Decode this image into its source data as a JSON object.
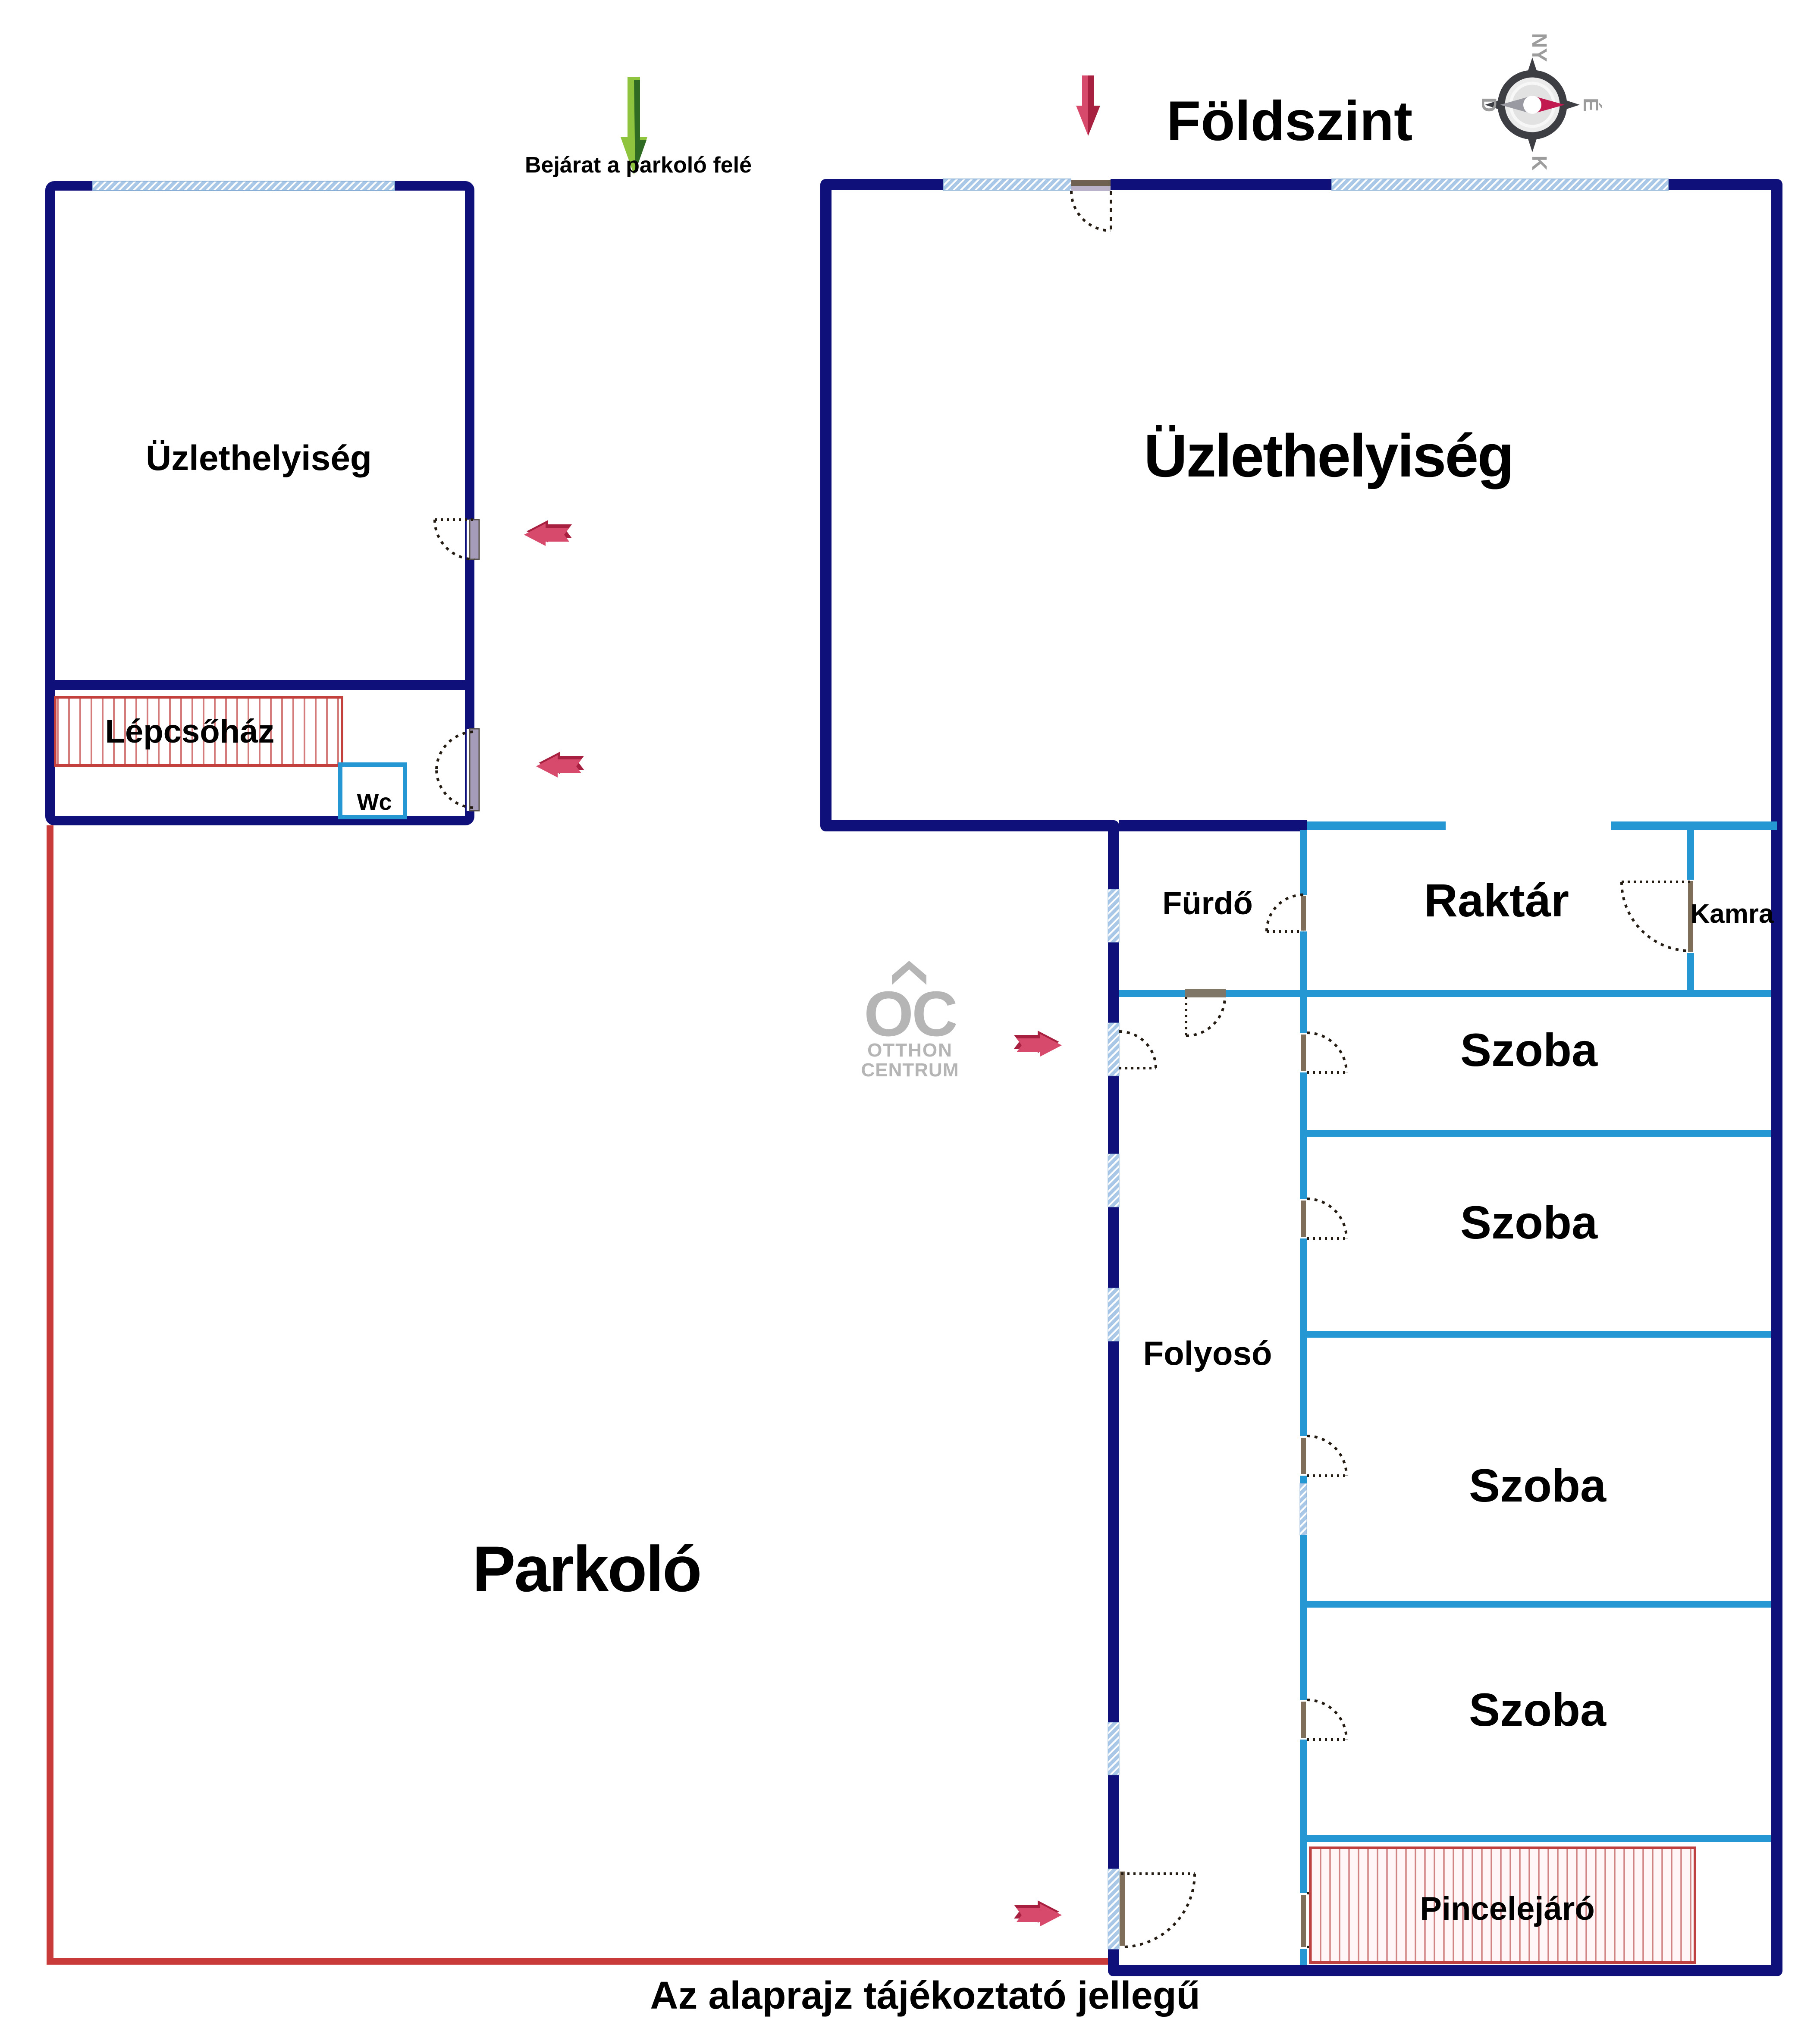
{
  "page": {
    "floor_title": "Földszint",
    "entrance_label": "Bejárat a parkoló felé",
    "disclaimer": "Az alaprajz tájékoztató jellegű"
  },
  "compass": {
    "north": "É",
    "south": "D",
    "east": "K",
    "west": "NY"
  },
  "watermark": {
    "initials": "OC",
    "line1": "OTTHON",
    "line2": "CENTRUM"
  },
  "rooms": {
    "left_shop": {
      "label": "Üzlethelyiség"
    },
    "staircase": {
      "label": "Lépcsőház"
    },
    "wc": {
      "label": "Wc"
    },
    "main_shop": {
      "label": "Üzlethelyiség"
    },
    "bathroom": {
      "label": "Fürdő"
    },
    "storage": {
      "label": "Raktár"
    },
    "pantry": {
      "label": "Kamra"
    },
    "room1": {
      "label": "Szoba"
    },
    "room2": {
      "label": "Szoba"
    },
    "room3": {
      "label": "Szoba"
    },
    "room4": {
      "label": "Szoba"
    },
    "corridor": {
      "label": "Folyosó"
    },
    "cellar_entrance": {
      "label": "Pincelejáró"
    },
    "parking": {
      "label": "Parkoló"
    }
  },
  "colors": {
    "wall_navy": "#10107a",
    "wall_light_blue": "#2598d4",
    "window_fill": "#a9c7e6",
    "stair_red": "#c4403f",
    "parking_outline": "#c93a3a",
    "arrow_red": "#d84a6b",
    "arrow_red_dark": "#a8203f",
    "arrow_green": "#8fc43e",
    "arrow_green_dark": "#2f6b22",
    "compass_needle": "#c11950",
    "watermark_gray": "#b5b5b5"
  }
}
